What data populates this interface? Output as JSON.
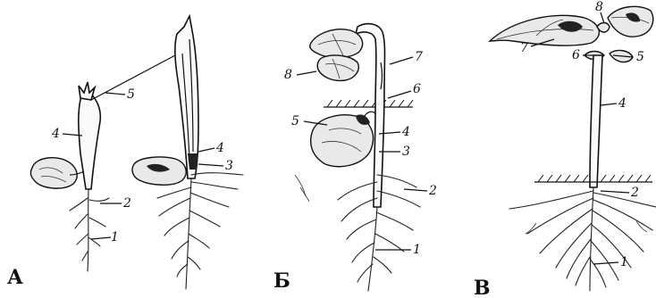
{
  "figure": {
    "panels": [
      {
        "letter": "А",
        "labels": [
          "5",
          "4",
          "2",
          "1",
          "4",
          "3"
        ]
      },
      {
        "letter": "Б",
        "labels": [
          "8",
          "7",
          "6",
          "5",
          "4",
          "3",
          "2",
          "1"
        ]
      },
      {
        "letter": "В",
        "labels": [
          "8",
          "7",
          "6",
          "5",
          "4",
          "2",
          "1"
        ]
      }
    ]
  }
}
